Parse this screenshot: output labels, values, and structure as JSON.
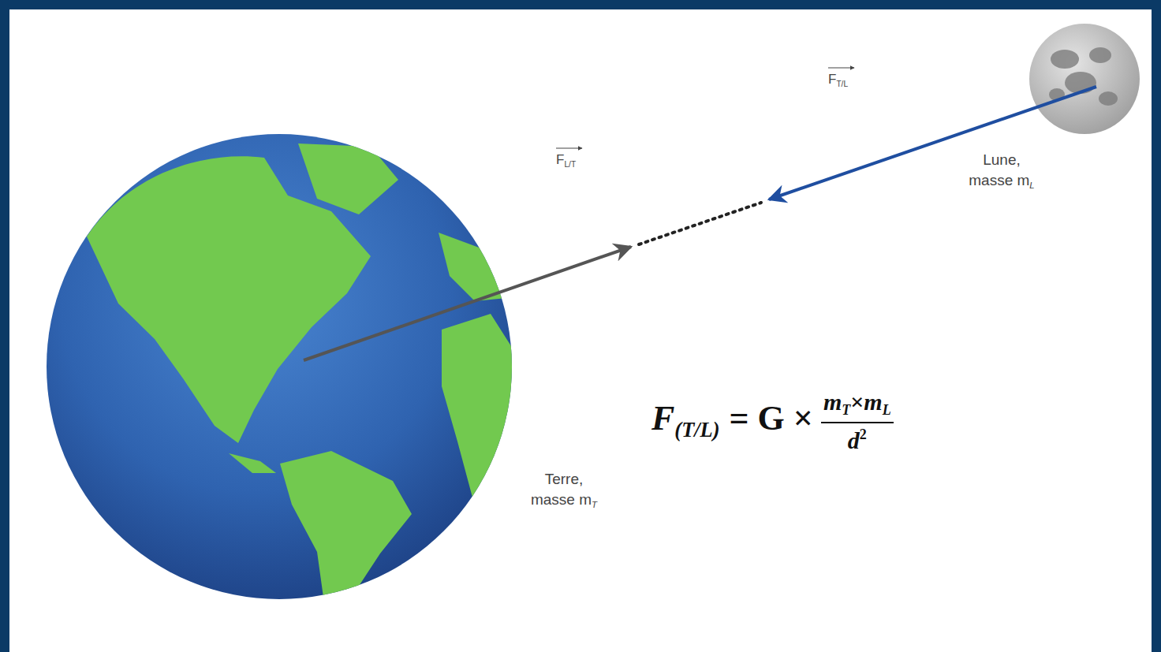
{
  "diagram": {
    "labels": [
      "F",
      "L/T",
      "F",
      "T/L",
      "Lune,",
      "masse m",
      "L",
      "Terre,",
      "masse m",
      "T",
      "F",
      "(T/L)",
      "= G ×",
      "m",
      "T",
      "×",
      "m",
      "L",
      "d",
      "2"
    ]
  }
}
